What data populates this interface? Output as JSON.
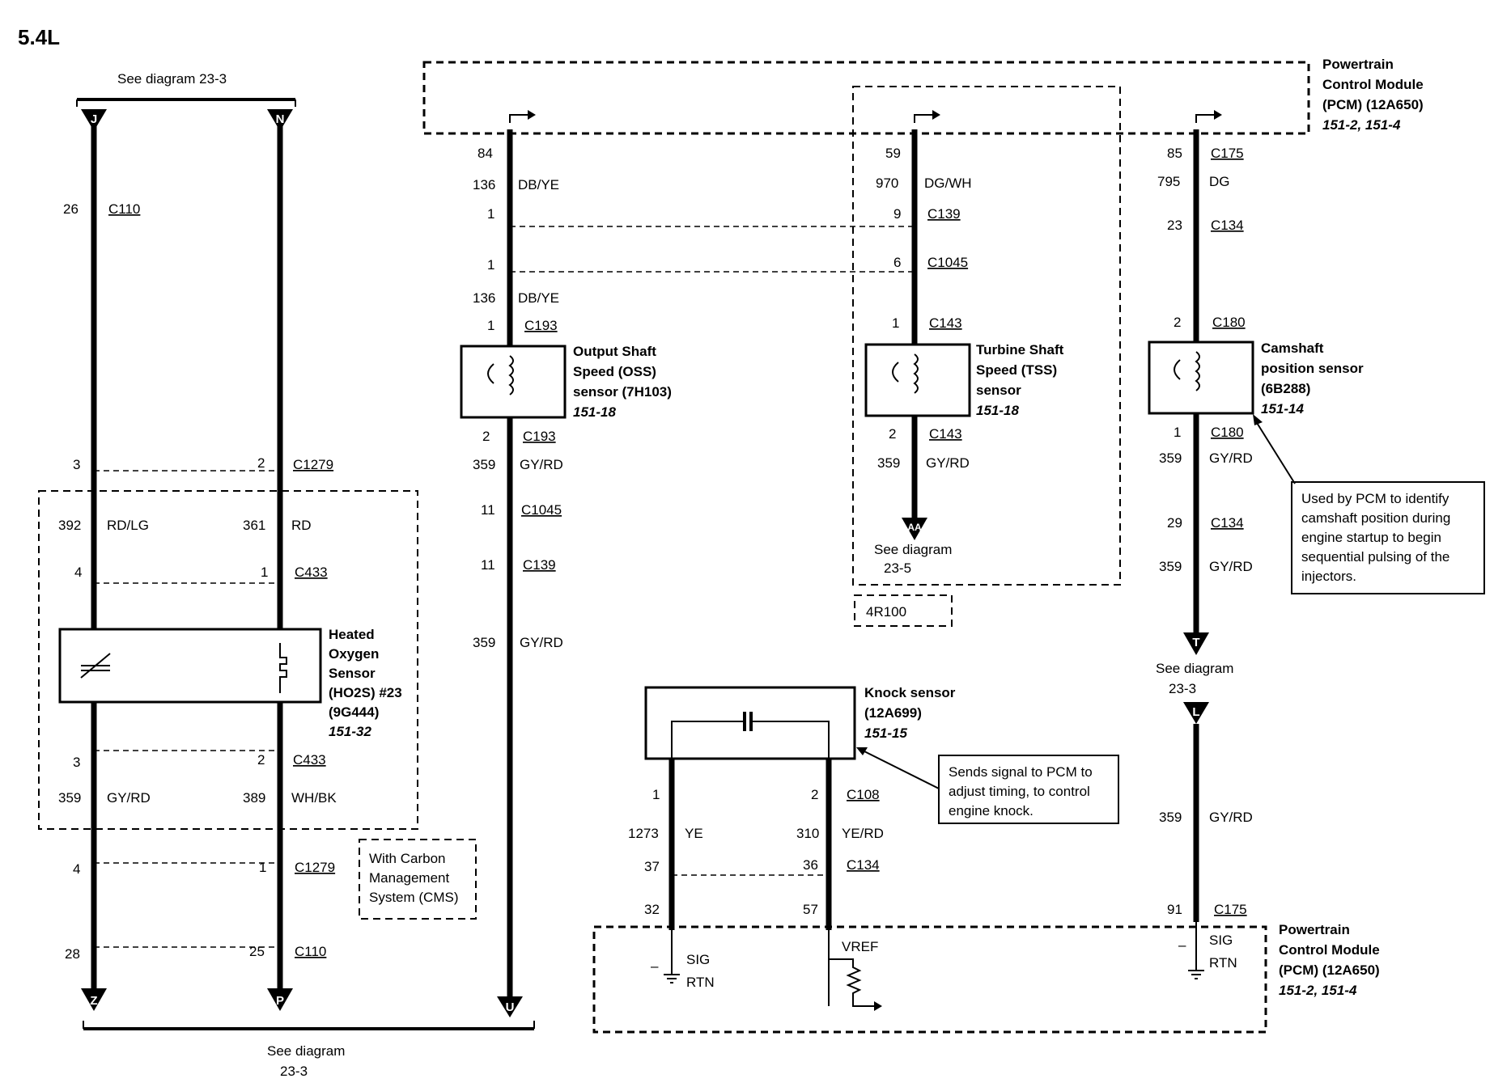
{
  "title": "5.4L",
  "see_top_left": "See diagram 23-3",
  "see_bottom_left": "See diagram",
  "see_bottom_left_num": "23-3",
  "see_aa": "See diagram",
  "see_aa_num": "23-5",
  "see_t": "See diagram",
  "see_t_num": "23-3",
  "pcm_top": [
    "Powertrain",
    "Control Module",
    "(PCM) (12A650)",
    "151-2, 151-4"
  ],
  "pcm_bottom": [
    "Powertrain",
    "Control Module",
    "(PCM) (12A650)",
    "151-2, 151-4"
  ],
  "oss": [
    "Output Shaft",
    "Speed (OSS)",
    "sensor (7H103)",
    "151-18"
  ],
  "tss": [
    "Turbine Shaft",
    "Speed (TSS)",
    "sensor",
    "151-18"
  ],
  "cmp": [
    "Camshaft",
    "position sensor",
    "(6B288)",
    "151-14"
  ],
  "ho2s": [
    "Heated",
    "Oxygen",
    "Sensor",
    "(HO2S) #23",
    "(9G444)",
    "151-32"
  ],
  "knock": [
    "Knock sensor",
    "(12A699)",
    "151-15"
  ],
  "cms": [
    "With Carbon",
    "Management",
    "System (CMS)"
  ],
  "trans": "4R100",
  "note_cmp": [
    "Used by PCM to identify",
    "camshaft position during",
    "engine startup to begin",
    "sequential pulsing of the",
    "injectors."
  ],
  "note_knock": [
    "Sends signal to PCM to",
    "adjust timing, to control",
    "engine knock."
  ],
  "pins": {
    "J": "J",
    "N": "N",
    "Z": "Z",
    "P": "P",
    "U": "U",
    "AA": "AA",
    "T": "T",
    "L": "L"
  },
  "pcm_labels": {
    "sig1": "SIG",
    "rtn1": "RTN",
    "vref": "VREF",
    "sig2": "SIG",
    "rtn2": "RTN",
    "minus": "–"
  },
  "wireJ": {
    "n26": "26",
    "c110": "C110",
    "n3": "3",
    "n392": "392",
    "rdlg": "RD/LG",
    "n4": "4",
    "n3b": "3",
    "n359": "359",
    "gyrd": "GY/RD",
    "n4b": "4",
    "n28": "28"
  },
  "wireN": {
    "n2": "2",
    "c1279": "C1279",
    "n361": "361",
    "rd": "RD",
    "n1": "1",
    "c433": "C433",
    "n2b": "2",
    "c433b": "C433",
    "n389": "389",
    "whbk": "WH/BK",
    "n1b": "1",
    "c1279b": "C1279",
    "n25": "25",
    "c110b": "C110"
  },
  "wireOSS": {
    "n84": "84",
    "n136": "136",
    "dbye": "DB/YE",
    "n1": "1",
    "n1b": "1",
    "n136b": "136",
    "dbye2": "DB/YE",
    "n1c": "1",
    "c193": "C193",
    "n2": "2",
    "c193b": "C193",
    "n359": "359",
    "gyrd": "GY/RD",
    "n11": "11",
    "c1045": "C1045",
    "n11b": "11",
    "c139": "C139",
    "n359b": "359",
    "gyrd2": "GY/RD"
  },
  "wireTSS": {
    "n59": "59",
    "n970": "970",
    "dgwh": "DG/WH",
    "n9": "9",
    "c139": "C139",
    "n6": "6",
    "c1045": "C1045",
    "n1": "1",
    "c143": "C143",
    "n2": "2",
    "c143b": "C143",
    "n359": "359",
    "gyrd": "GY/RD"
  },
  "wireCMP": {
    "n85": "85",
    "c175": "C175",
    "n795": "795",
    "dg": "DG",
    "n23": "23",
    "c134": "C134",
    "n2": "2",
    "c180": "C180",
    "n1": "1",
    "c180b": "C180",
    "n359": "359",
    "gyrd": "GY/RD",
    "n29": "29",
    "c134b": "C134",
    "n359b": "359",
    "gyrd2": "GY/RD",
    "n359c": "359",
    "gyrd3": "GY/RD",
    "n91": "91",
    "c175b": "C175"
  },
  "wireKS": {
    "n1": "1",
    "n2": "2",
    "c108": "C108",
    "n1273": "1273",
    "ye": "YE",
    "n310": "310",
    "yerd": "YE/RD",
    "n37": "37",
    "n36": "36",
    "c134": "C134",
    "n32": "32",
    "n57": "57"
  }
}
